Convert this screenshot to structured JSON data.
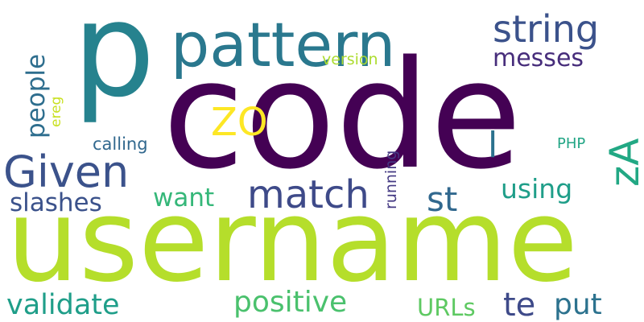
{
  "palette": {
    "background": "#ffffff",
    "c1": "#440154",
    "c2": "#472d7b",
    "c3": "#3b528b",
    "c4": "#2c728e",
    "c5": "#21918c",
    "c6": "#28ae80",
    "c7": "#5ec962",
    "c8": "#addc30",
    "c9": "#fde725"
  },
  "words": [
    {
      "id": "code",
      "text": "code",
      "color": "#440154",
      "orientation": "horizontal"
    },
    {
      "id": "username",
      "text": "username",
      "color": "#b5de2b",
      "orientation": "horizontal"
    },
    {
      "id": "p",
      "text": "p",
      "color": "#26828e",
      "orientation": "horizontal"
    },
    {
      "id": "pattern",
      "text": "pattern",
      "color": "#2a788e",
      "orientation": "horizontal"
    },
    {
      "id": "given",
      "text": "Given",
      "color": "#3b528b",
      "orientation": "horizontal"
    },
    {
      "id": "match",
      "text": "match",
      "color": "#3e4a89",
      "orientation": "horizontal"
    },
    {
      "id": "string",
      "text": "string",
      "color": "#3b528b",
      "orientation": "horizontal"
    },
    {
      "id": "messes",
      "text": "messes",
      "color": "#472d7b",
      "orientation": "horizontal"
    },
    {
      "id": "zo",
      "text": "ZO",
      "color": "#fde725",
      "orientation": "horizontal"
    },
    {
      "id": "za",
      "text": "zA",
      "color": "#22a884",
      "orientation": "vertical"
    },
    {
      "id": "people",
      "text": "people",
      "color": "#2e6e8e",
      "orientation": "vertical"
    },
    {
      "id": "ereg",
      "text": "ereg",
      "color": "#c8e020",
      "orientation": "vertical"
    },
    {
      "id": "version",
      "text": "version",
      "color": "#addc30",
      "orientation": "horizontal"
    },
    {
      "id": "calling",
      "text": "calling",
      "color": "#31688e",
      "orientation": "horizontal"
    },
    {
      "id": "slashes",
      "text": "slashes",
      "color": "#3b528b",
      "orientation": "horizontal"
    },
    {
      "id": "want",
      "text": "want",
      "color": "#35b779",
      "orientation": "horizontal"
    },
    {
      "id": "st",
      "text": "st",
      "color": "#31688e",
      "orientation": "horizontal"
    },
    {
      "id": "using",
      "text": "using",
      "color": "#1f9e89",
      "orientation": "horizontal"
    },
    {
      "id": "l",
      "text": "l",
      "color": "#2c728e",
      "orientation": "horizontal"
    },
    {
      "id": "php",
      "text": "PHP",
      "color": "#21a585",
      "orientation": "horizontal"
    },
    {
      "id": "running",
      "text": "running",
      "color": "#443983",
      "orientation": "vertical"
    },
    {
      "id": "validate",
      "text": "validate",
      "color": "#1f9e89",
      "orientation": "horizontal"
    },
    {
      "id": "positive",
      "text": "positive",
      "color": "#4ac16d",
      "orientation": "horizontal"
    },
    {
      "id": "urls",
      "text": "URLs",
      "color": "#5ec962",
      "orientation": "horizontal"
    },
    {
      "id": "te",
      "text": "te",
      "color": "#3e4a89",
      "orientation": "horizontal"
    },
    {
      "id": "put",
      "text": "put",
      "color": "#2c728e",
      "orientation": "horizontal"
    }
  ]
}
